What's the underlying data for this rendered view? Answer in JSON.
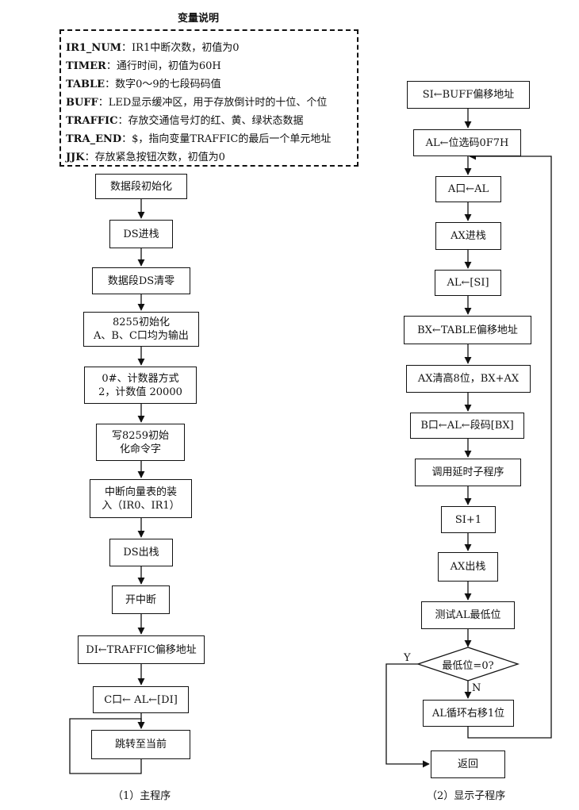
{
  "legend": {
    "title": "变量说明",
    "lines": [
      {
        "key": "IR1_NUM",
        "text": "：IR1中断次数，初值为0"
      },
      {
        "key": "TIMER",
        "text": "：通行时间，初值为60H"
      },
      {
        "key": "TABLE",
        "text": "：数字0～9的七段码码值"
      },
      {
        "key": "BUFF",
        "text": "：LED显示缓冲区，用于存放倒计时的十位、个位"
      },
      {
        "key": "TRAFFIC",
        "text": "：存放交通信号灯的红、黄、绿状态数据"
      },
      {
        "key": "TRA_END",
        "text": "：$，指向变量TRAFFIC的最后一个单元地址"
      },
      {
        "key": "JJK",
        "text": "：存放紧急按钮次数，初值为0"
      }
    ]
  },
  "main_program": {
    "caption": "（1）主程序",
    "steps": [
      [
        "数据段初始化"
      ],
      [
        "DS进栈"
      ],
      [
        "数据段DS清零"
      ],
      [
        "8255初始化",
        "A、B、C口均为输出"
      ],
      [
        "0#、计数器方式",
        "2，计数值 20000"
      ],
      [
        "写8259初始",
        "化命令字"
      ],
      [
        "中断向量表的装",
        "入（IR0、IR1）"
      ],
      [
        "DS出栈"
      ],
      [
        "开中断"
      ],
      [
        "DI←TRAFFIC偏移地址"
      ],
      [
        "C口← AL←[DI]"
      ],
      [
        "跳转至当前"
      ]
    ]
  },
  "display_subroutine": {
    "caption": "（2）显示子程序",
    "steps": [
      "SI←BUFF偏移地址",
      "AL←位选码0F7H",
      "A口←AL",
      "AX进栈",
      "AL←[SI]",
      "BX←TABLE偏移地址",
      "AX清高8位，BX+AX",
      "B口←AL←段码[BX]",
      "调用延时子程序",
      "SI+1",
      "AX出栈",
      "测试AL最低位"
    ],
    "decision": "最低位=0?",
    "yes_label": "Y",
    "no_label": "N",
    "shift_step": "AL循环右移1位",
    "return_step": "返回"
  }
}
